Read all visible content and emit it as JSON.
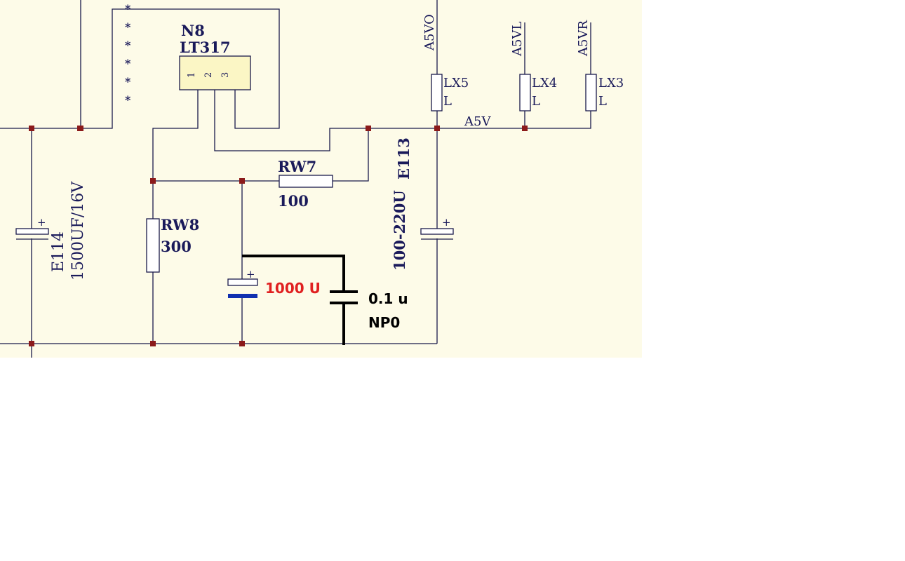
{
  "colors": {
    "background": "#fdfbe8",
    "wire": "#1a1a4a",
    "label": "#1a1a5a",
    "junction": "#8b1a1a",
    "regulator_fill": "#fbf6c5",
    "added_text_red": "#e02020",
    "added_cap_blue": "#1030b0",
    "added_wire": "#000000"
  },
  "regulator": {
    "designator": "N8",
    "part": "LT317",
    "pins": [
      "1",
      "2",
      "3"
    ],
    "marks": [
      "*",
      "*",
      "*",
      "*",
      "*",
      "*"
    ]
  },
  "components": {
    "E114": {
      "designator": "E114",
      "value": "1500UF/16V",
      "polarity": "+"
    },
    "E113": {
      "designator": "E113",
      "value": "100-220U",
      "polarity": "+"
    },
    "RW8": {
      "designator": "RW8",
      "value": "300"
    },
    "RW7": {
      "designator": "RW7",
      "value": "100"
    },
    "LX5": {
      "designator": "LX5",
      "value": "L"
    },
    "LX4": {
      "designator": "LX4",
      "value": "L"
    },
    "LX3": {
      "designator": "LX3",
      "value": "L"
    },
    "added_cap": {
      "value": "1000 U",
      "polarity": "+"
    },
    "added_nonpolar": {
      "value_line1": "0.1 u",
      "value_line2": "NP0"
    }
  },
  "nets": {
    "main": "A5V",
    "out_o": "A5VO",
    "out_l": "A5VL",
    "out_r": "A5VR"
  }
}
